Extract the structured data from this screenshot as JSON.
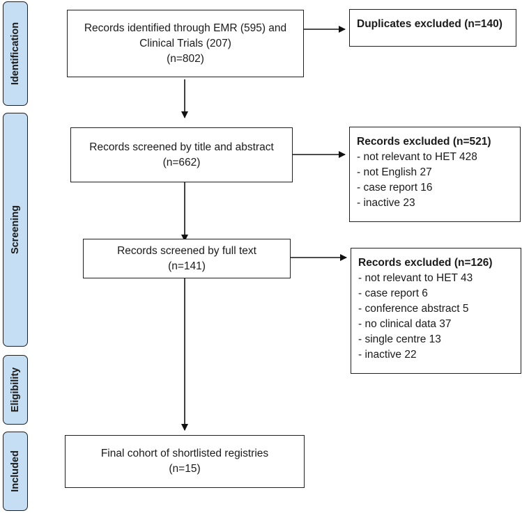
{
  "phases": {
    "identification": "Identification",
    "screening": "Screening",
    "eligibility": "Eligibility",
    "included": "Included"
  },
  "boxes": {
    "identified": {
      "lines": [
        "Records identified through EMR (595) and",
        "Clinical Trials (207)",
        "(n=802)"
      ]
    },
    "duplicates": {
      "heading": "Duplicates excluded (n=140)"
    },
    "screened_title": {
      "lines": [
        "Records screened by title and abstract",
        "(n=662)"
      ]
    },
    "excluded_title": {
      "heading": "Records excluded (n=521)",
      "items": [
        "- not relevant to HET 428",
        "- not English 27",
        "- case report 16",
        "- inactive 23"
      ]
    },
    "screened_full": {
      "lines": [
        "Records screened by full text",
        "(n=141)"
      ]
    },
    "excluded_full": {
      "heading": "Records excluded (n=126)",
      "items": [
        "- not relevant to HET 43",
        "- case report 6",
        "- conference abstract 5",
        "- no clinical data 37",
        "- single centre 13",
        "- inactive 22"
      ]
    },
    "final": {
      "lines": [
        "Final cohort of shortlisted registries",
        "(n=15)"
      ]
    }
  },
  "colors": {
    "phase_fill": "#c5def3",
    "stroke": "#1f1f1f"
  }
}
